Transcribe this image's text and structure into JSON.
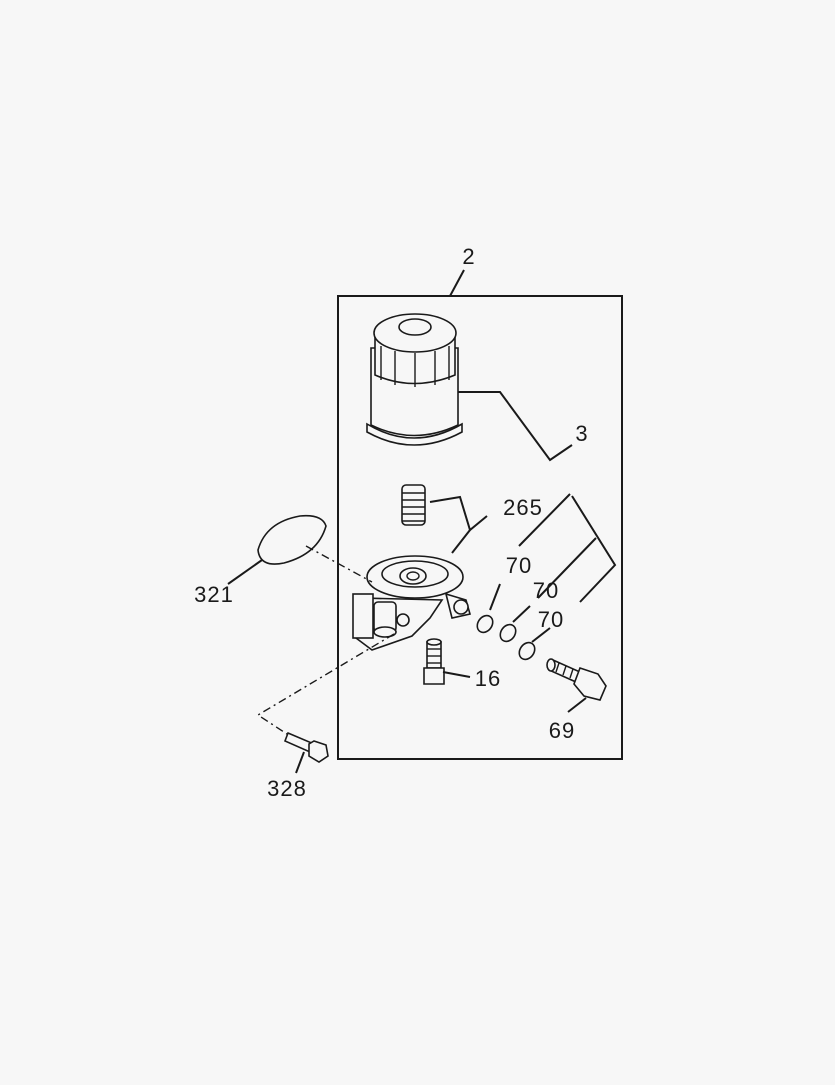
{
  "callouts": {
    "assembly": "2",
    "kit": "3",
    "spring": "265",
    "oring_1": "70",
    "oring_2": "70",
    "oring_3": "70",
    "gasket": "321",
    "eyebolt": "16",
    "plug": "69",
    "bolt": "328"
  }
}
